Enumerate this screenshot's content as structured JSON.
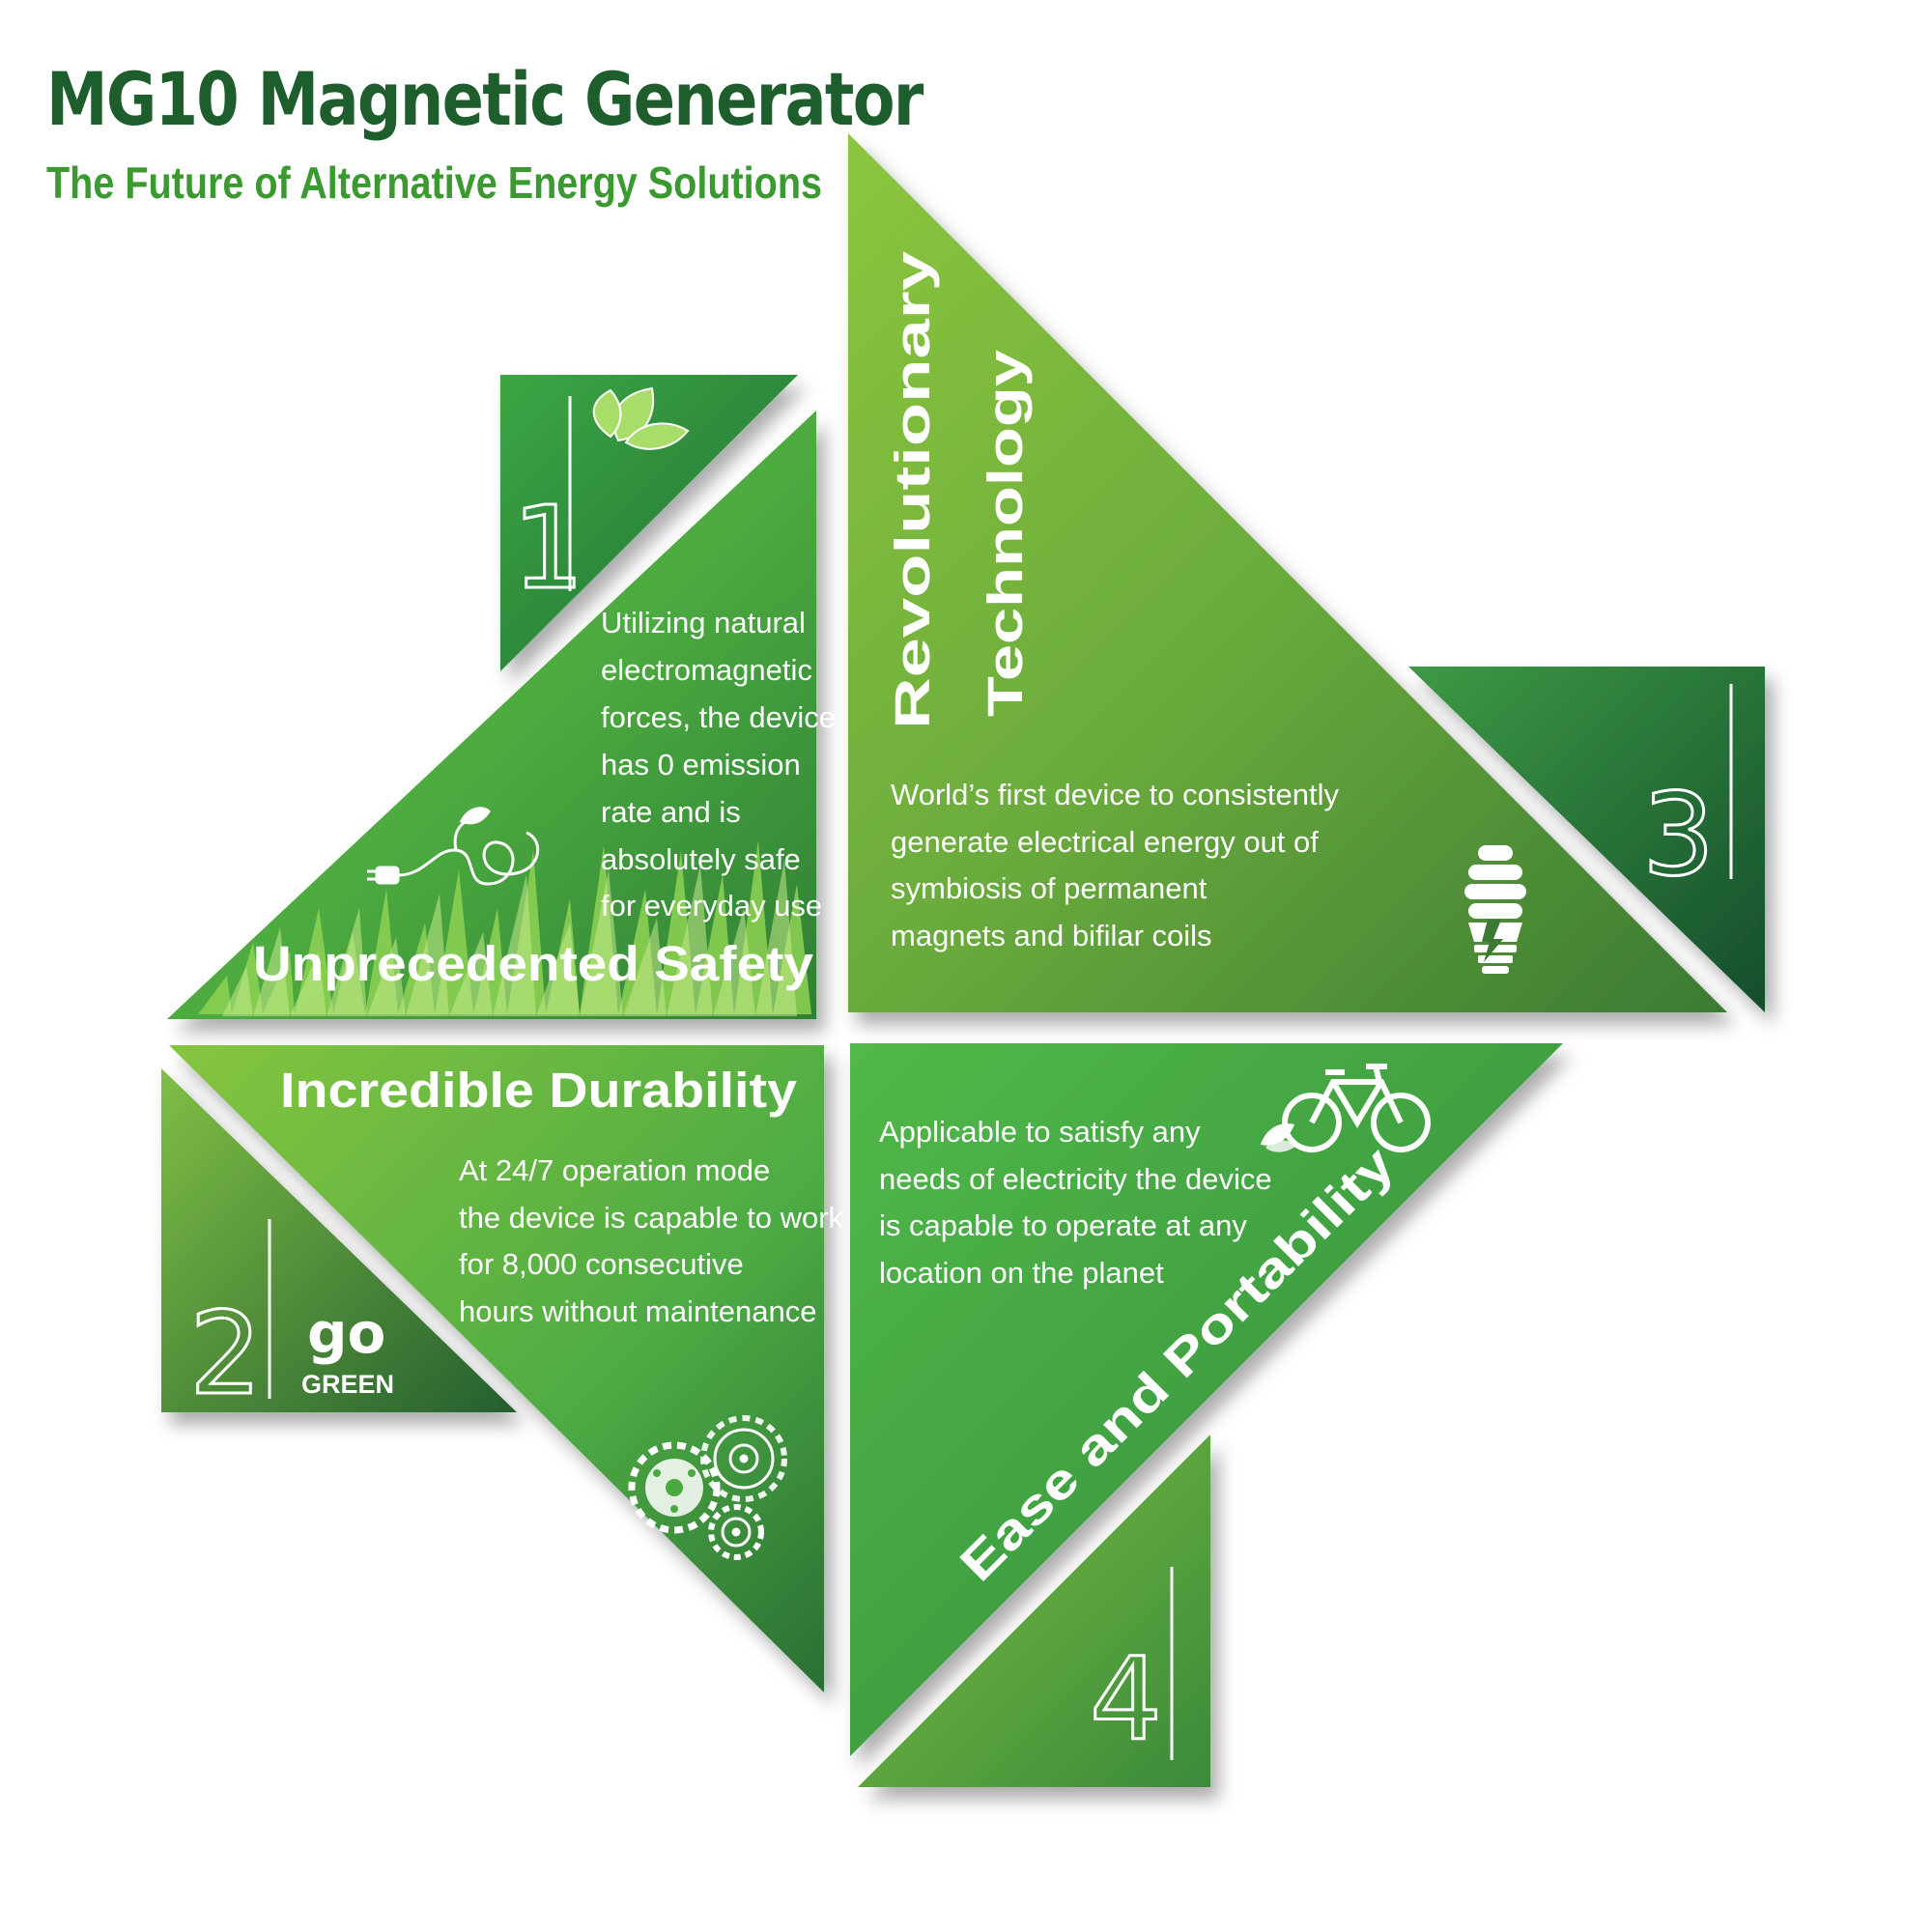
{
  "header": {
    "title": "MG10 Magnetic Generator",
    "subtitle": "The Future of Alternative Energy Solutions"
  },
  "colors": {
    "title": "#1e5e2d",
    "subtitle": "#3a9a2f",
    "green_light": "#8cc63f",
    "green_mid": "#4cae48",
    "green_dark": "#1b5e32"
  },
  "sections": [
    {
      "number": "1",
      "heading": "Unprecedented Safety",
      "body": [
        "Utilizing natural",
        "electromagnetic",
        "forces, the device",
        "has 0 emission",
        "rate and is",
        "absolutely safe",
        "for everyday use"
      ],
      "icons": [
        "leaves-icon",
        "plug-leaf-icon",
        "grass-image"
      ]
    },
    {
      "number": "2",
      "heading": "Incredible Durability",
      "body": [
        "At 24/7 operation mode",
        "the device is capable to work",
        "for 8,000 consecutive",
        "hours without maintenance"
      ],
      "badge": {
        "top": "go",
        "bottom": "GREEN"
      },
      "icons": [
        "gears-icon"
      ]
    },
    {
      "number": "3",
      "heading_lines": [
        "Revolutionary",
        "Technology"
      ],
      "body": [
        "World’s first device to consistently",
        "generate electrical energy out of",
        "symbiosis of permanent",
        "magnets and bifilar coils"
      ],
      "icons": [
        "cfl-bulb-icon"
      ]
    },
    {
      "number": "4",
      "heading": "Ease and Portability",
      "body": [
        "Applicable to satisfy any",
        "needs of electricity the device",
        "is capable to operate at any",
        "location on the planet"
      ],
      "icons": [
        "bicycle-icon",
        "leaf-icon"
      ]
    }
  ]
}
